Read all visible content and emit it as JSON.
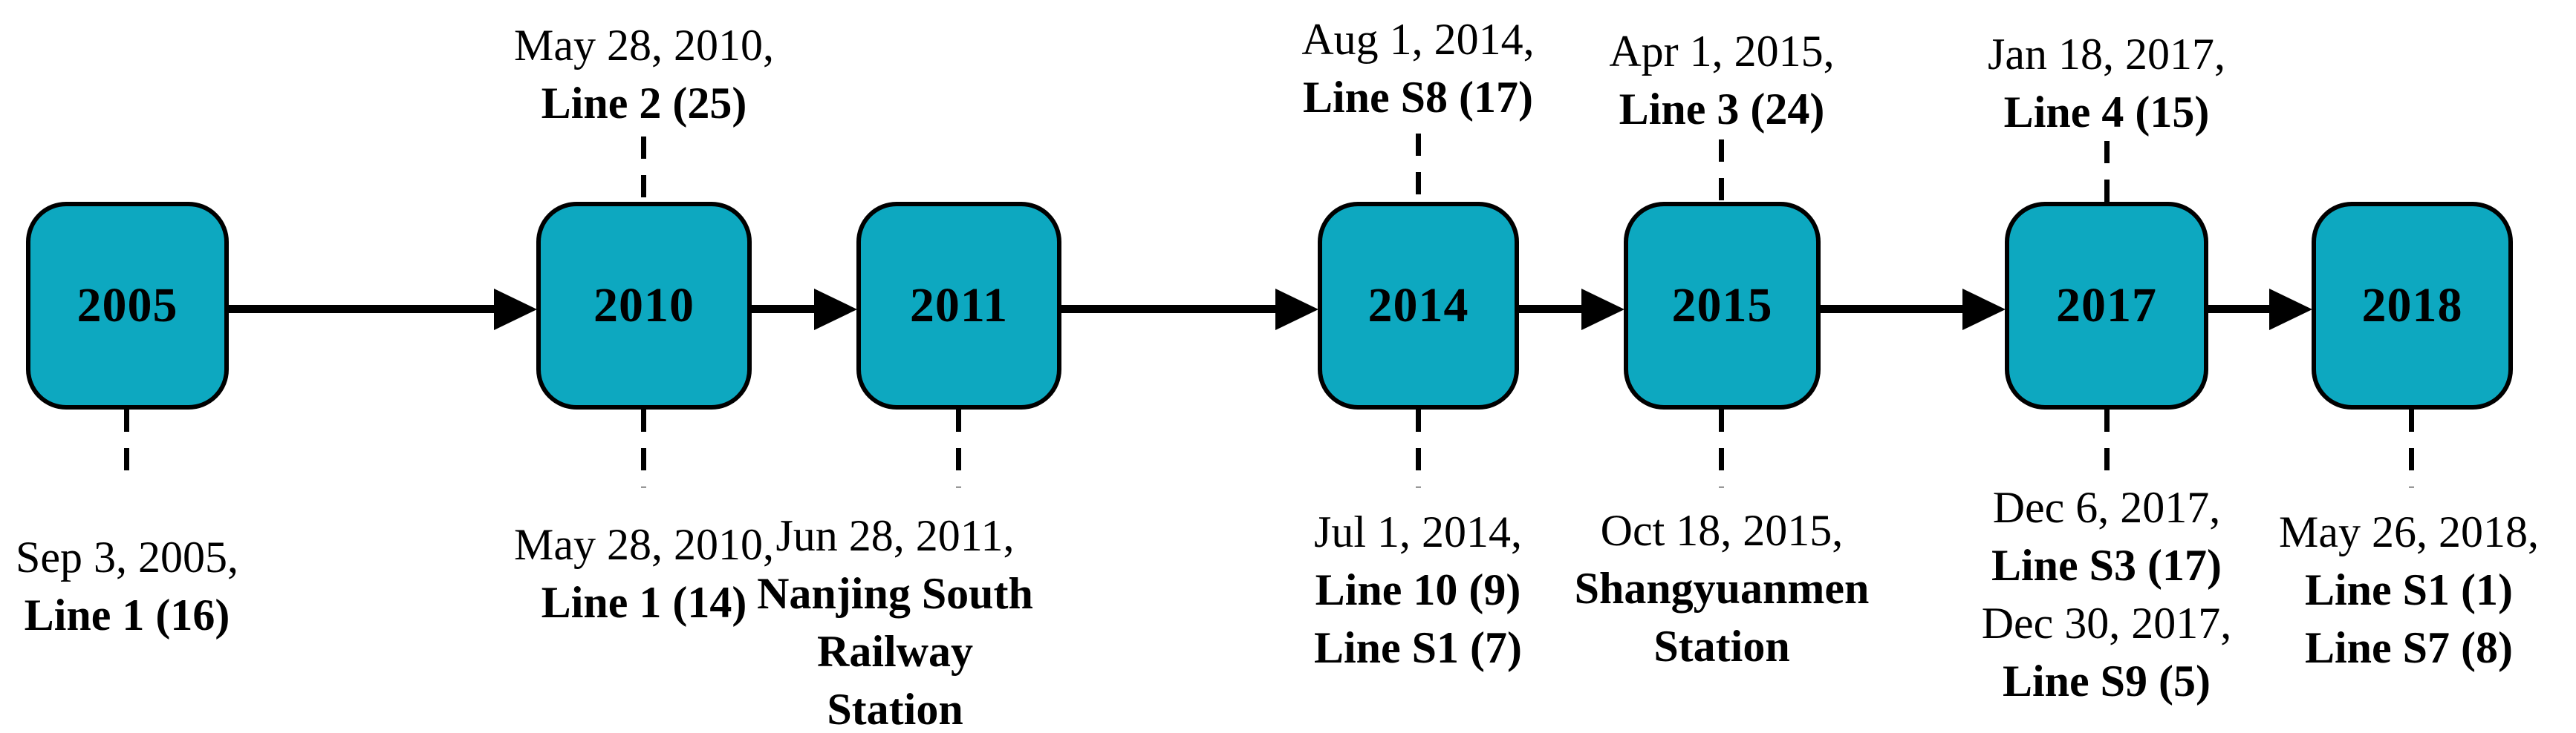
{
  "figure": {
    "type": "timeline",
    "accent_color": "#0DA8C0",
    "events": [
      {
        "year": "2005",
        "below": {
          "lines": [
            {
              "text": "Sep 3, 2005,",
              "bold": false
            },
            {
              "text": "Line 1 (16)",
              "bold": true
            }
          ]
        }
      },
      {
        "year": "2010",
        "above": {
          "lines": [
            {
              "text": "May 28, 2010,",
              "bold": false
            },
            {
              "text": "Line 2 (25)",
              "bold": true
            }
          ]
        },
        "below": {
          "lines": [
            {
              "text": "May 28, 2010,",
              "bold": false
            },
            {
              "text": "Line 1 (14)",
              "bold": true
            }
          ]
        }
      },
      {
        "year": "2011",
        "below": {
          "lines": [
            {
              "text": "Jun 28, 2011,",
              "bold": false
            },
            {
              "text": "Nanjing South",
              "bold": true
            },
            {
              "text": "Railway",
              "bold": true
            },
            {
              "text": "Station",
              "bold": true
            }
          ]
        }
      },
      {
        "year": "2014",
        "above": {
          "lines": [
            {
              "text": "Aug 1, 2014,",
              "bold": false
            },
            {
              "text": "Line S8 (17)",
              "bold": true
            }
          ]
        },
        "below": {
          "lines": [
            {
              "text": "Jul 1, 2014,",
              "bold": false
            },
            {
              "text": "Line 10 (9)",
              "bold": true
            },
            {
              "text": "Line S1 (7)",
              "bold": true
            }
          ]
        }
      },
      {
        "year": "2015",
        "above": {
          "lines": [
            {
              "text": "Apr 1, 2015,",
              "bold": false
            },
            {
              "text": "Line 3 (24)",
              "bold": true
            }
          ]
        },
        "below": {
          "lines": [
            {
              "text": "Oct 18, 2015,",
              "bold": false
            },
            {
              "text": "Shangyuanmen",
              "bold": true
            },
            {
              "text": "Station",
              "bold": true
            }
          ]
        }
      },
      {
        "year": "2017",
        "above": {
          "lines": [
            {
              "text": "Jan 18, 2017,",
              "bold": false
            },
            {
              "text": "Line 4 (15)",
              "bold": true
            }
          ]
        },
        "below": {
          "lines": [
            {
              "text": "Dec 6, 2017,",
              "bold": false
            },
            {
              "text": "Line S3 (17)",
              "bold": true
            },
            {
              "text": "Dec 30, 2017,",
              "bold": false
            },
            {
              "text": "Line S9 (5)",
              "bold": true
            }
          ]
        }
      },
      {
        "year": "2018",
        "below": {
          "lines": [
            {
              "text": "May 26, 2018,",
              "bold": false
            },
            {
              "text": "Line S1 (1)",
              "bold": true
            },
            {
              "text": "Line S7 (8)",
              "bold": true
            }
          ]
        }
      }
    ]
  }
}
